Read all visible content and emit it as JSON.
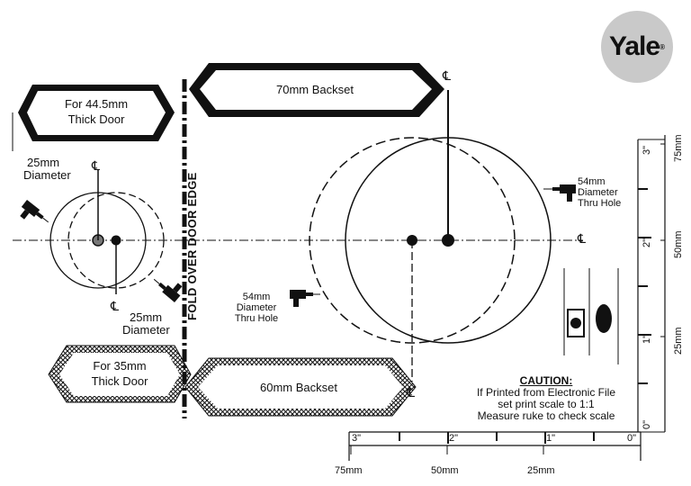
{
  "brand": {
    "name": "Yale",
    "trademark": "®"
  },
  "fold_label": "FOLD OVER DOOR EDGE",
  "centerline_symbol": "℄",
  "labels": {
    "thick_44_line1": "For 44.5mm",
    "thick_44_line2": "Thick Door",
    "thick_35_line1": "For 35mm",
    "thick_35_line2": "Thick Door",
    "backset_70": "70mm Backset",
    "backset_60": "60mm Backset",
    "dia25_top_line1": "25mm",
    "dia25_top_line2": "Diameter",
    "dia25_bot_line1": "25mm",
    "dia25_bot_line2": "Diameter",
    "dia54_right_line1": "54mm",
    "dia54_right_line2": "Diameter",
    "dia54_right_line3": "Thru Hole",
    "dia54_left_line1": "54mm",
    "dia54_left_line2": "Diameter",
    "dia54_left_line3": "Thru Hole"
  },
  "caution": {
    "title": "CAUTION:",
    "line1": "If Printed from Electronic File",
    "line2": "set print scale to 1:1",
    "line3": "Measure ruke to check scale"
  },
  "ruler_vertical": {
    "inch_labels": [
      "3\"",
      "2\"",
      "1\"",
      "0\""
    ],
    "mm_labels": [
      "75mm",
      "50mm",
      "25mm"
    ]
  },
  "ruler_horizontal": {
    "inch_labels": [
      "3\"",
      "2\"",
      "1\"",
      "0\""
    ],
    "mm_labels": [
      "75mm",
      "50mm",
      "25mm"
    ]
  },
  "colors": {
    "ink": "#111111",
    "logo_bg": "#c9c9c9",
    "paper": "#ffffff"
  }
}
